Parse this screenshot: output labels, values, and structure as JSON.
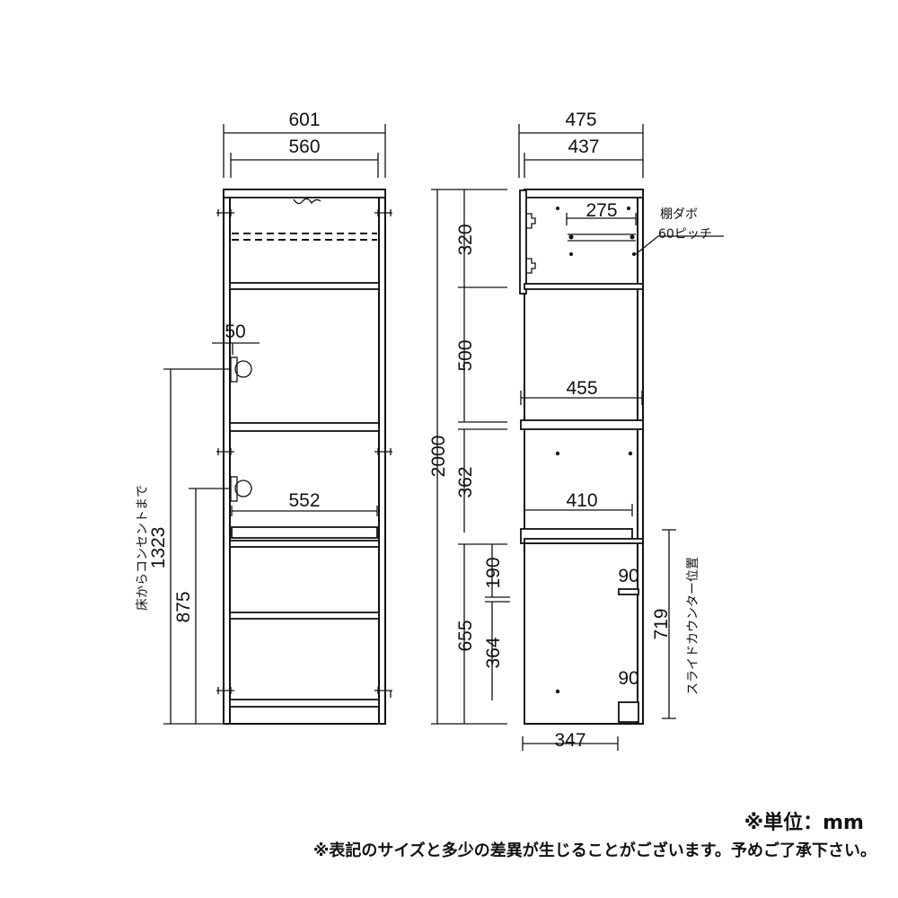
{
  "front_view": {
    "width_outer": "601",
    "width_inner": "560",
    "outlet_offset": "50",
    "drawer_width": "552",
    "outlet_height_upper": "1323",
    "outlet_height_upper_label": "床からコンセントまで",
    "outlet_height_lower": "875"
  },
  "middle_dims": {
    "total_height": "2000",
    "sections": [
      "320",
      "500",
      "362",
      "655"
    ],
    "lower_sub": [
      "190",
      "364"
    ]
  },
  "side_view": {
    "depth_outer": "475",
    "depth_inner": "437",
    "shelf_pin_span": "275",
    "shelf_pin_label_1": "棚ダボ",
    "shelf_pin_label_2": "60ピッチ",
    "shelf_depth": "455",
    "drawer_depth": "410",
    "hinge_offset_upper": "90",
    "hinge_offset_lower": "90",
    "slide_counter_height": "719",
    "slide_counter_label": "スライドカウンター位置",
    "bottom_depth": "347"
  },
  "notes": {
    "unit": "※単位：mm",
    "disclaimer": "※表記のサイズと多少の差異が生じることがございます。予めご了承下さい。"
  }
}
